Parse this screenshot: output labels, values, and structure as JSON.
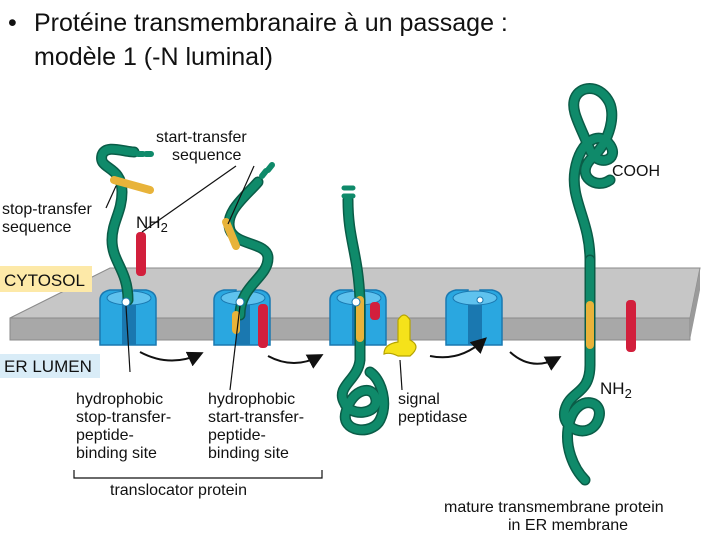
{
  "title": {
    "bullet": "•",
    "line1": "Protéine transmembranaire à un passage :",
    "line2": "modèle 1 (-N luminal)"
  },
  "labels": {
    "start_transfer": [
      "start-transfer",
      "sequence"
    ],
    "stop_transfer": [
      "stop-transfer",
      "sequence"
    ],
    "nh2_top": "NH",
    "nh2_sub": "2",
    "cytosol": "CYTOSOL",
    "er_lumen": "ER LUMEN",
    "hydro_stop": [
      "hydrophobic",
      "stop-transfer-",
      "peptide-",
      "binding site"
    ],
    "hydro_start": [
      "hydrophobic",
      "start-transfer-",
      "peptide-",
      "binding site"
    ],
    "signal_peptidase": [
      "signal",
      "peptidase"
    ],
    "translocator": "translocator protein",
    "cooh": "COOH",
    "nh2_mature": "NH",
    "nh2_mature_sub": "2",
    "mature": [
      "mature transmembrane protein",
      "in ER membrane"
    ]
  },
  "colors": {
    "protein_chain": "#0f8a6a",
    "protein_edge": "#0a5c47",
    "hydrophobic_segment": "#e8b33a",
    "red_segment": "#d21f3c",
    "membrane_top": "#c6c6c6",
    "membrane_front": "#a8a8a8",
    "translocator": "#2aa7e0",
    "translocator_dark": "#1a78b0",
    "signal_peptidase": "#f5e21a",
    "cytosol_bg": "#fde9a8",
    "lumen_bg": "#d9ecf7"
  }
}
